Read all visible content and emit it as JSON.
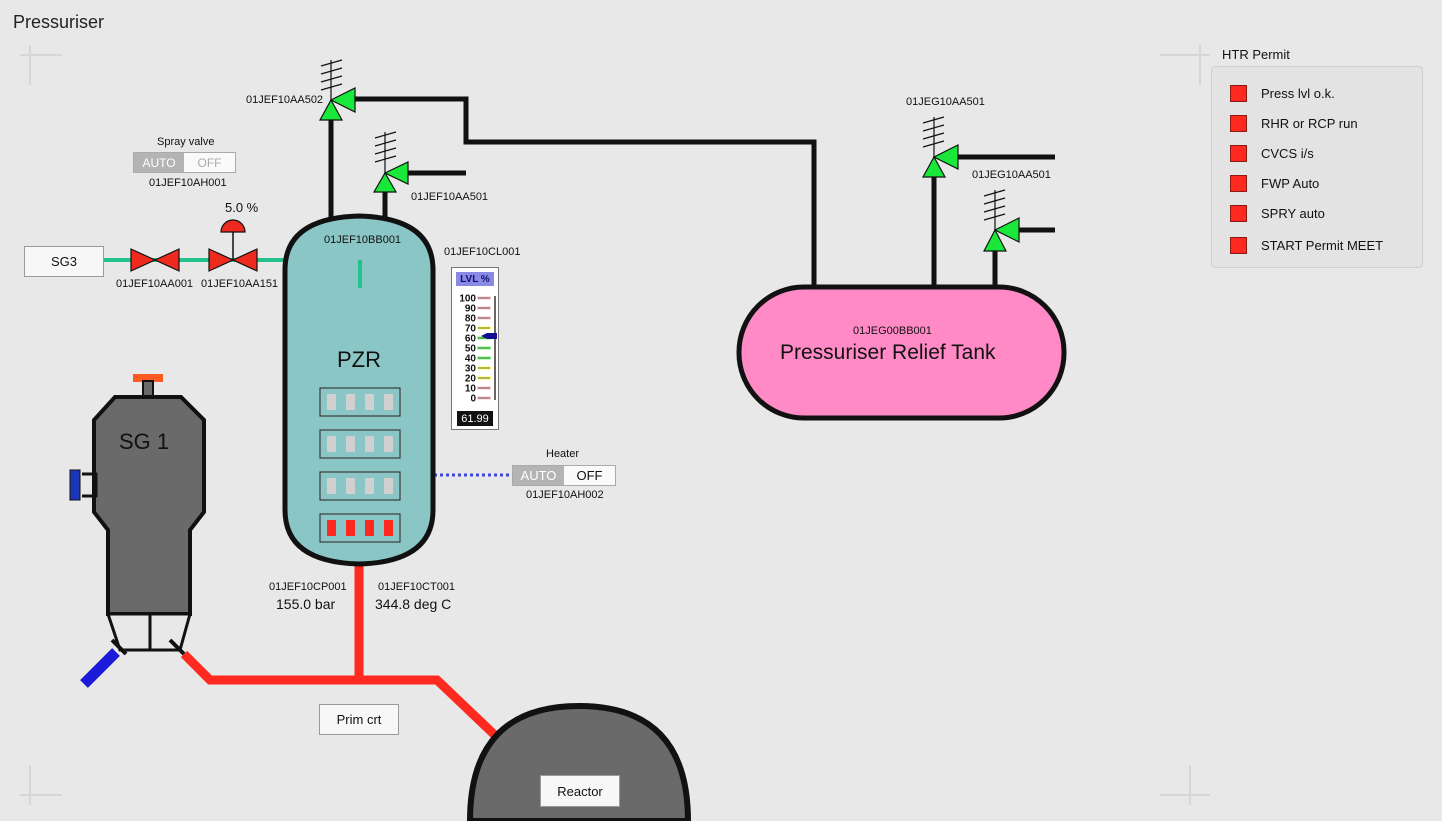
{
  "page": {
    "title": "Pressuriser"
  },
  "tags": {
    "safety_valve_502": "01JEF10AA502",
    "safety_valve_501": "01JEF10AA501",
    "prt_valve_501a": "01JEG10AA501",
    "prt_valve_501b": "01JEG10AA501",
    "spray_isolation_valve": "01JEF10AA001",
    "spray_control_valve": "01JEF10AA151",
    "pressuriser_vessel": "01JEF10BB001",
    "level_meter": "01JEF10CL001",
    "relief_tank": "01JEG00BB001",
    "pressure_sensor": "01JEF10CP001",
    "temperature_sensor": "01JEF10CT001",
    "spray_mode": "01JEF10AH001",
    "heater_mode": "01JEF10AH002"
  },
  "spray_valve": {
    "title": "Spray valve",
    "auto_label": "AUTO",
    "off_label": "OFF",
    "position_readout": "5.0 %"
  },
  "heater": {
    "title": "Heater",
    "auto_label": "AUTO",
    "off_label": "OFF"
  },
  "pressuriser": {
    "label": "PZR",
    "heater_groups_on": [
      false,
      false,
      false,
      true
    ]
  },
  "relief_tank": {
    "label": "Pressuriser Relief Tank"
  },
  "steam_generator": {
    "label": "SG 1"
  },
  "buttons": {
    "sg3": "SG3",
    "prim_crt": "Prim crt",
    "reactor": "Reactor"
  },
  "level_meter": {
    "title": "LVL %",
    "scale": [
      "100",
      "90",
      "80",
      "70",
      "60",
      "50",
      "40",
      "30",
      "20",
      "10",
      "0"
    ],
    "level_percent": 61.99,
    "readout": "61.99"
  },
  "measurements": {
    "pressure": "155.0 bar",
    "temperature": "344.8 deg C"
  },
  "htr_permit": {
    "title": "HTR Permit",
    "items": [
      {
        "label": "Press lvl o.k.",
        "status": "red"
      },
      {
        "label": "RHR or RCP run",
        "status": "red"
      },
      {
        "label": "CVCS i/s",
        "status": "red"
      },
      {
        "label": "FWP Auto",
        "status": "red"
      },
      {
        "label": "SPRY auto",
        "status": "red"
      },
      {
        "label": "START Permit MEET",
        "status": "red"
      }
    ]
  },
  "colors": {
    "pressuriser_fill": "#8bc6c6",
    "relief_tank_fill": "#ff8ac6",
    "primary_pipe": "#ff2a1f",
    "spray_pipe": "#22c28e",
    "valve_open": "#19e83a",
    "valve_closed": "#ee2a1f",
    "lamp_red": "#ff2a1f"
  }
}
